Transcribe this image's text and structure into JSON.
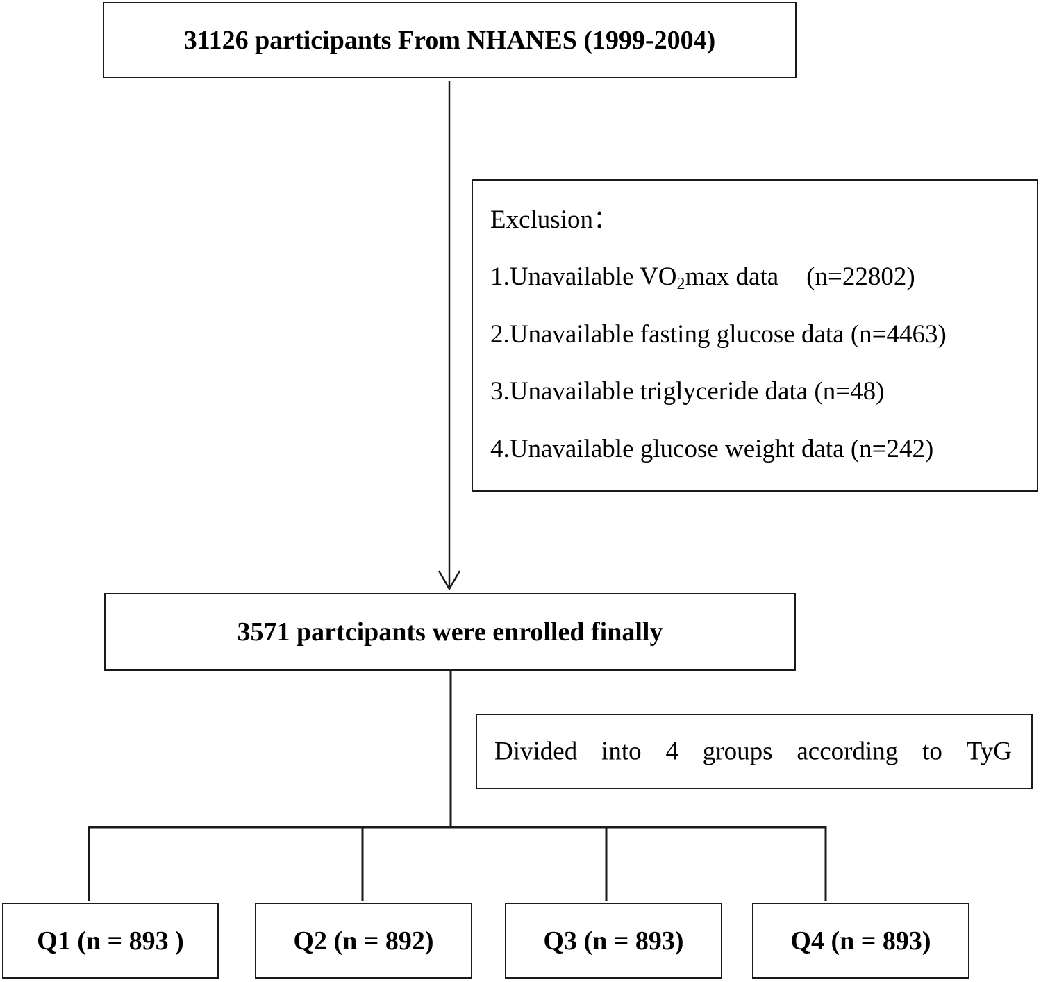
{
  "top_box": {
    "label": "31126 participants From NHANES (1999-2004)"
  },
  "exclusion_box": {
    "title": "Exclusion：",
    "items": [
      {
        "prefix": "1.Unavailable VO",
        "sub": "2",
        "suffix": "max data",
        "count": "(n=22802)"
      },
      {
        "label": "2.Unavailable fasting glucose data (n=4463)"
      },
      {
        "label": "3.Unavailable triglyceride data (n=48)"
      },
      {
        "label": "4.Unavailable glucose weight data (n=242)"
      }
    ]
  },
  "enrolled_box": {
    "label": "3571 partcipants were enrolled finally"
  },
  "divided_box": {
    "words": [
      "Divided",
      "into",
      "4",
      "groups",
      "according",
      "to",
      "TyG"
    ]
  },
  "groups": [
    {
      "label": "Q1 (n = 893 )"
    },
    {
      "label": "Q2 (n = 892)"
    },
    {
      "label": "Q3 (n = 893)"
    },
    {
      "label": "Q4 (n = 893)"
    }
  ],
  "colors": {
    "line": "#1a1a1a",
    "background": "#ffffff",
    "text": "#000000"
  }
}
